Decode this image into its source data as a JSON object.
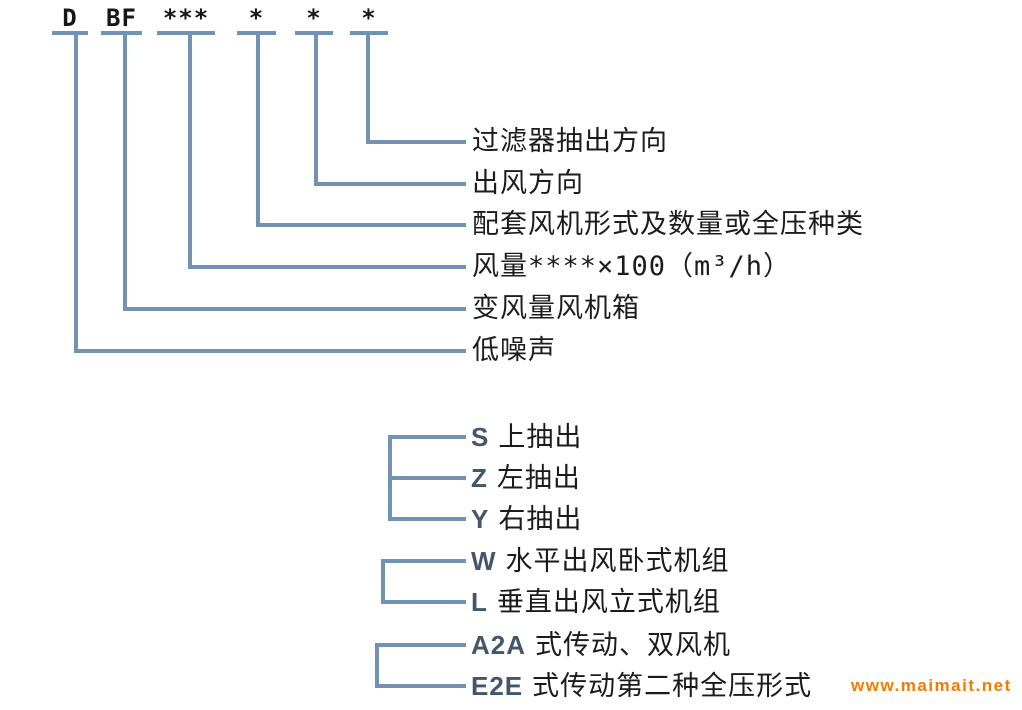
{
  "colors": {
    "connector_blue": "#7292b4",
    "text_black": "#1b1b1b",
    "option_code_slate": "#44566c",
    "watermark_orange": "#f57a00"
  },
  "model_code": {
    "positions": [
      {
        "code": "D",
        "meaning": "低噪声"
      },
      {
        "code": "BF",
        "meaning": "变风量风机箱"
      },
      {
        "code": "***",
        "meaning": "风量****×100（m³/h）"
      },
      {
        "code": "*",
        "meaning": "配套风机形式及数量或全压种类"
      },
      {
        "code": "*",
        "meaning": "出风方向"
      },
      {
        "code": "*",
        "meaning": "过滤器抽出方向"
      }
    ]
  },
  "option_groups": [
    {
      "options": [
        {
          "code": "S",
          "desc": "上抽出"
        },
        {
          "code": "Z",
          "desc": "左抽出"
        },
        {
          "code": "Y",
          "desc": "右抽出"
        }
      ]
    },
    {
      "options": [
        {
          "code": "W",
          "desc": "水平出风卧式机组"
        },
        {
          "code": "L",
          "desc": "垂直出风立式机组"
        }
      ]
    },
    {
      "options": [
        {
          "code": "A2A",
          "desc": "式传动、双风机"
        },
        {
          "code": "E2E",
          "desc": "式传动第二种全压形式"
        }
      ]
    }
  ],
  "watermark": {
    "text": "www.maimait.net"
  }
}
